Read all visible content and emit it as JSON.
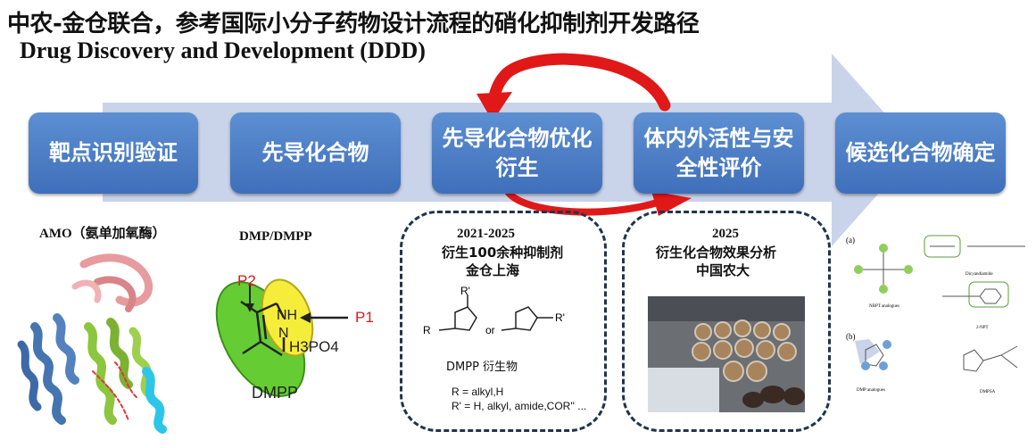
{
  "title": {
    "cn": "中农-金仓联合，参考国际小分子药物设计流程的硝化抑制剂开发路径",
    "en": "Drug Discovery and Development (DDD)"
  },
  "stages": [
    {
      "label": "靶点识别验证"
    },
    {
      "label": "先导化合物"
    },
    {
      "label": "先导化合物优化衍生"
    },
    {
      "label": "体内外活性与安全性评价"
    },
    {
      "label": "候选化合物确定"
    }
  ],
  "panel_amo": {
    "label": "AMO（氨单加氧酶）"
  },
  "panel_dmp": {
    "label": "DMP/DMPP",
    "p1": "P1",
    "p2": "P2",
    "nh": "NH",
    "n": "N",
    "h3po4": "H3PO4",
    "dmpp": "DMPP"
  },
  "box1": {
    "year": "2021-2025",
    "line1": "衍生100余种抑制剂",
    "line2": "金仓上海",
    "r_prime": "R'",
    "r": "R",
    "or": "or",
    "caption": "DMPP 衍生物",
    "r_def": "R =  alkyl,H",
    "rp_def": "R' = H, alkyl, amide,COR'' ..."
  },
  "box2": {
    "year": "2025",
    "line1": "衍生化合物效果分析",
    "line2": "中国农大"
  },
  "right_panel": {
    "a": "(a)",
    "b": "(b)",
    "nbpt": "NBPT analogues",
    "dicyan": "Dicyandiamide",
    "two_npt": "2-NPT",
    "dmp_an": "DMP analogues",
    "dmpsa": "DMPSA"
  },
  "colors": {
    "stage": "#4a7cc4",
    "arrow": "#c9d3ea",
    "cycle": "#e01818"
  }
}
